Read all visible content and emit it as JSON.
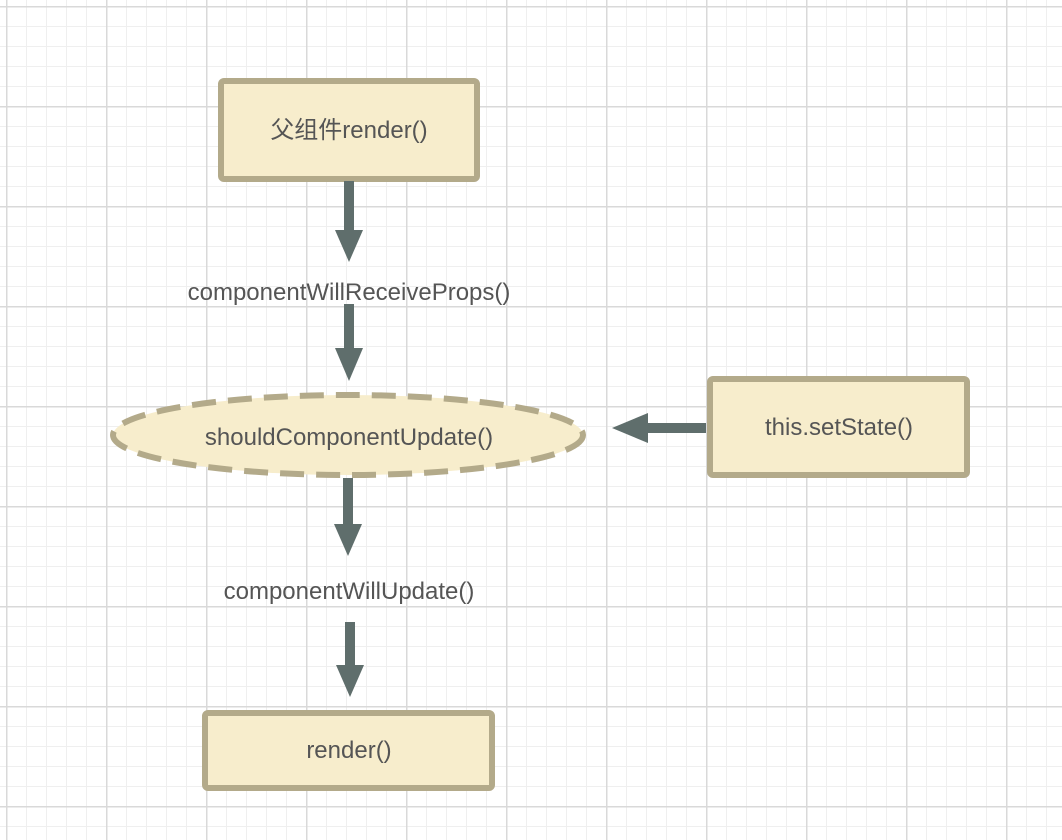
{
  "diagram": {
    "nodes": {
      "parent_render": {
        "label": "父组件render()",
        "shape": "rectangle"
      },
      "should_update": {
        "label": "shouldComponentUpdate()",
        "shape": "dashed-ellipse"
      },
      "set_state": {
        "label": "this.setState()",
        "shape": "rectangle"
      },
      "render": {
        "label": "render()",
        "shape": "rectangle"
      }
    },
    "edge_labels": {
      "will_receive_props": "componentWillReceiveProps()",
      "will_update": "componentWillUpdate()"
    },
    "colors": {
      "node_fill": "#f7edcc",
      "node_border": "#b3aa8a",
      "arrow": "#5f6e6c",
      "text": "#555555"
    }
  }
}
